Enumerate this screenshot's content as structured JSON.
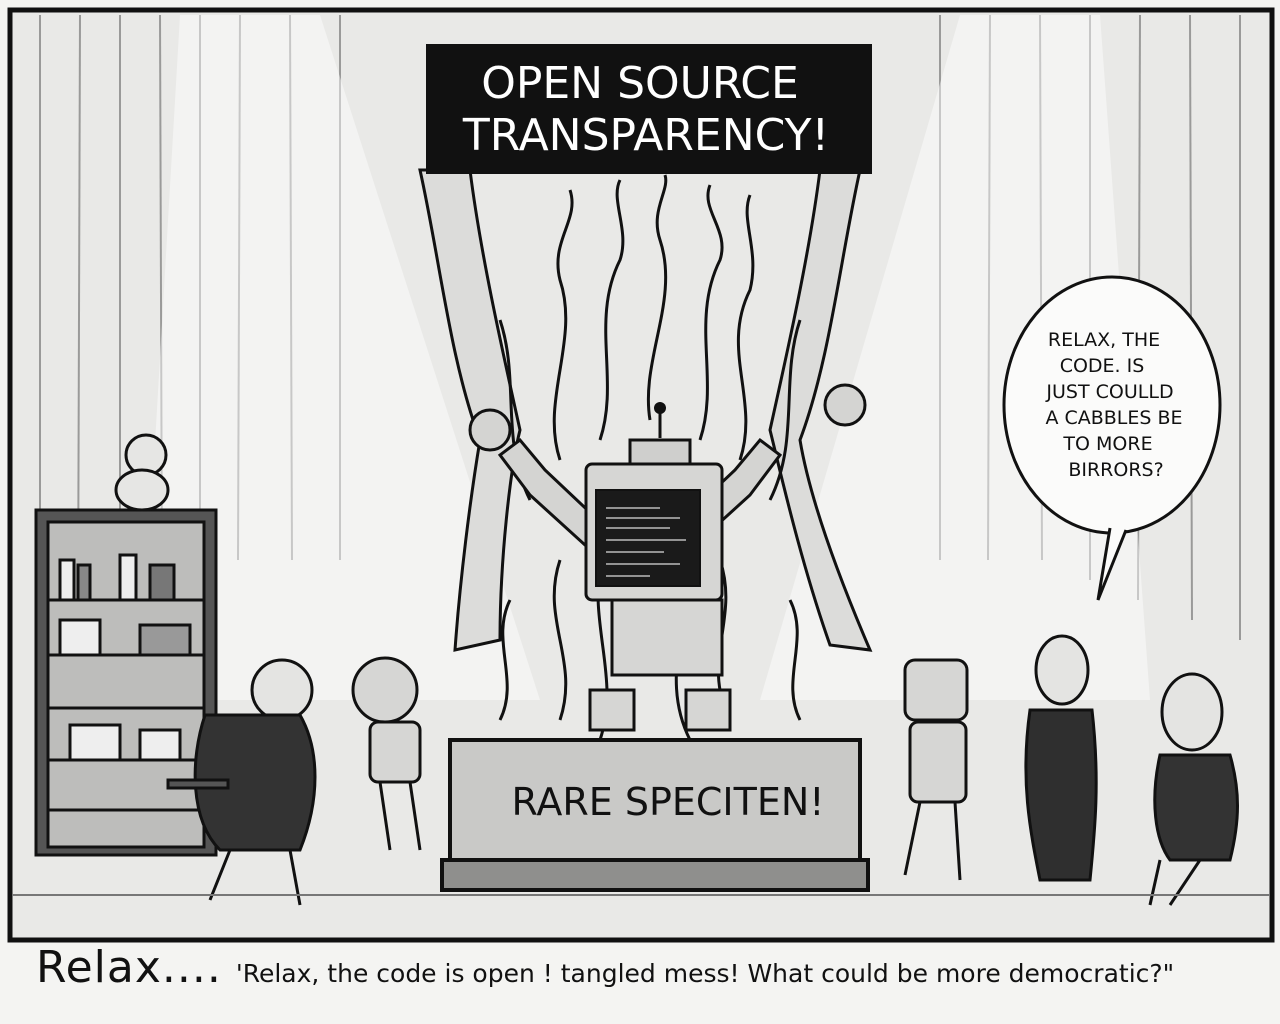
{
  "banner": {
    "line1": "OPEN SOURCE",
    "line2": "TRANSPARENCY!"
  },
  "desk_sign": "RARE SPECITEN!",
  "speech_bubble": {
    "lines": [
      "RELAX, THE",
      "CODE. IS",
      "JUST COULLD",
      "A CABBLES BE",
      "TO MORE",
      "BIRRORS?"
    ]
  },
  "caption": {
    "lead": "Relax....",
    "quote": "'Relax, the code is open ! tangled mess!  What could be more democratic?\""
  },
  "colors": {
    "ink": "#111111",
    "paper": "#f4f4f2",
    "curtain": "#d8d8d6",
    "shadow": "#9a9a98"
  }
}
